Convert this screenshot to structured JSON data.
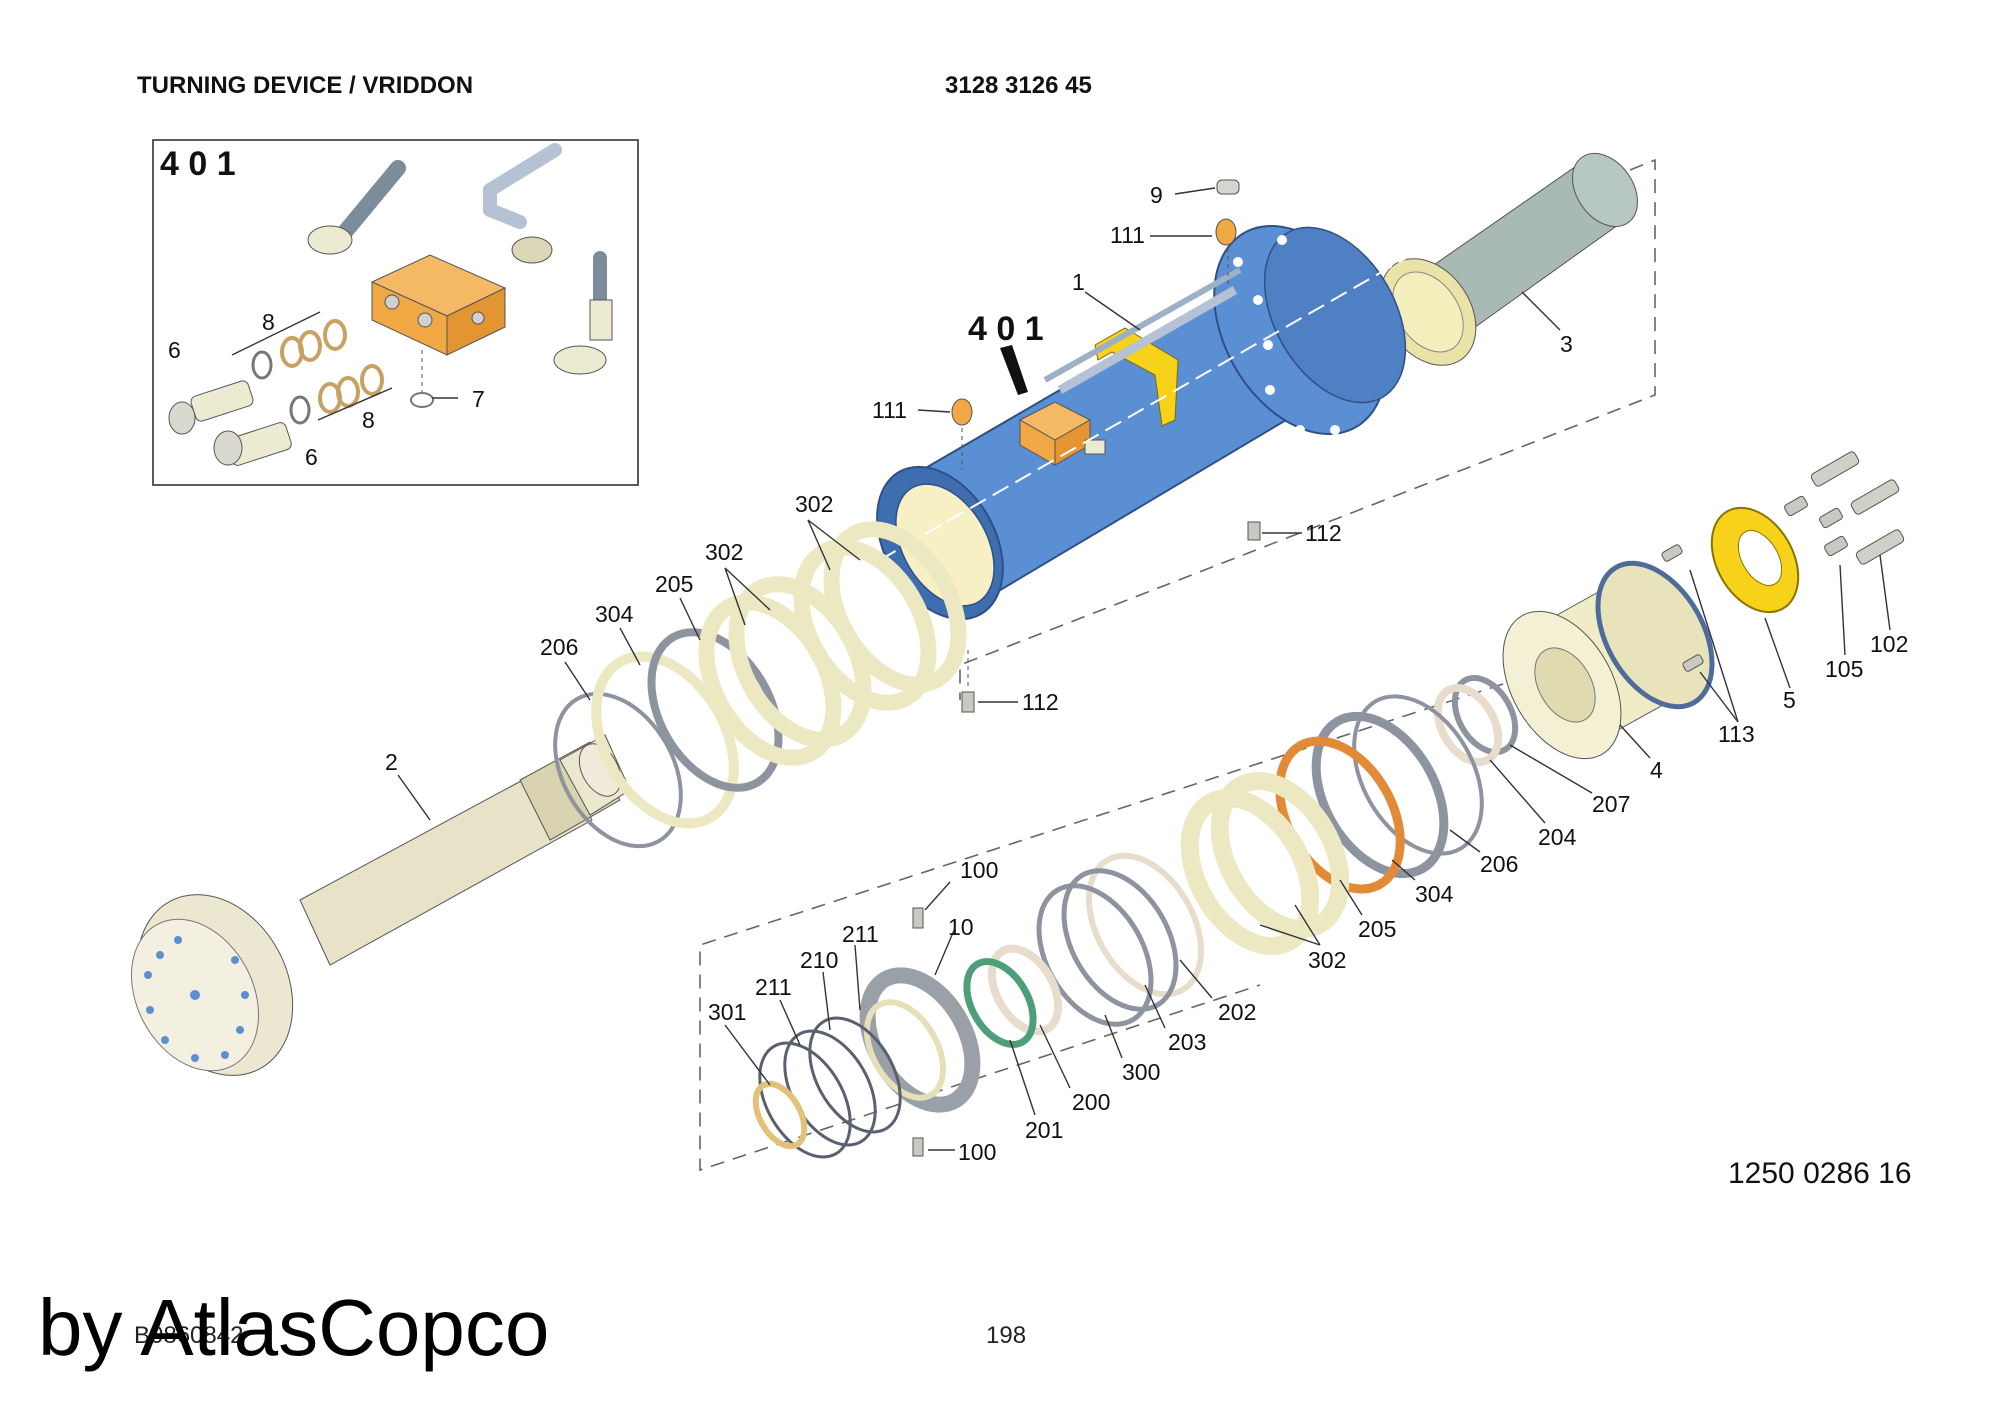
{
  "header": {
    "title": "TURNING DEVICE / VRIDDON",
    "drawing_number": "3128 3126 45"
  },
  "inset": {
    "title": "4 0 1",
    "labels": [
      "8",
      "6",
      "7",
      "8",
      "6"
    ]
  },
  "callout_401": "4 0 1",
  "part_labels": {
    "p1": "1",
    "p2": "2",
    "p3": "3",
    "p4": "4",
    "p5": "5",
    "p9": "9",
    "p10": "10",
    "p100a": "100",
    "p100b": "100",
    "p102": "102",
    "p105": "105",
    "p111a": "111",
    "p111b": "111",
    "p112a": "112",
    "p112b": "112",
    "p113": "113",
    "p200": "200",
    "p201": "201",
    "p202": "202",
    "p203": "203",
    "p204": "204",
    "p205a": "205",
    "p205b": "205",
    "p206a": "206",
    "p206b": "206",
    "p207": "207",
    "p210": "210",
    "p211a": "211",
    "p211b": "211",
    "p300": "300",
    "p301": "301",
    "p302a": "302",
    "p302b": "302",
    "p302c": "302",
    "p304a": "304",
    "p304b": "304"
  },
  "footer": {
    "part_number": "1250 0286 16",
    "doc_code": "B0860842",
    "page_number": "198",
    "watermark": "by AtlasCopco"
  },
  "colors": {
    "cylinder": "#5b8fd3",
    "cylinder_dark": "#3f6eb0",
    "cream": "#f0ecc6",
    "ivory": "#ece8d2",
    "yellow": "#f6d21a",
    "orange_block": "#f0a844",
    "seal_grey": "#8e93a0",
    "seal_green": "#4d9f7a",
    "seal_orange": "#e38a38",
    "filter_grey": "#a8bab3"
  }
}
